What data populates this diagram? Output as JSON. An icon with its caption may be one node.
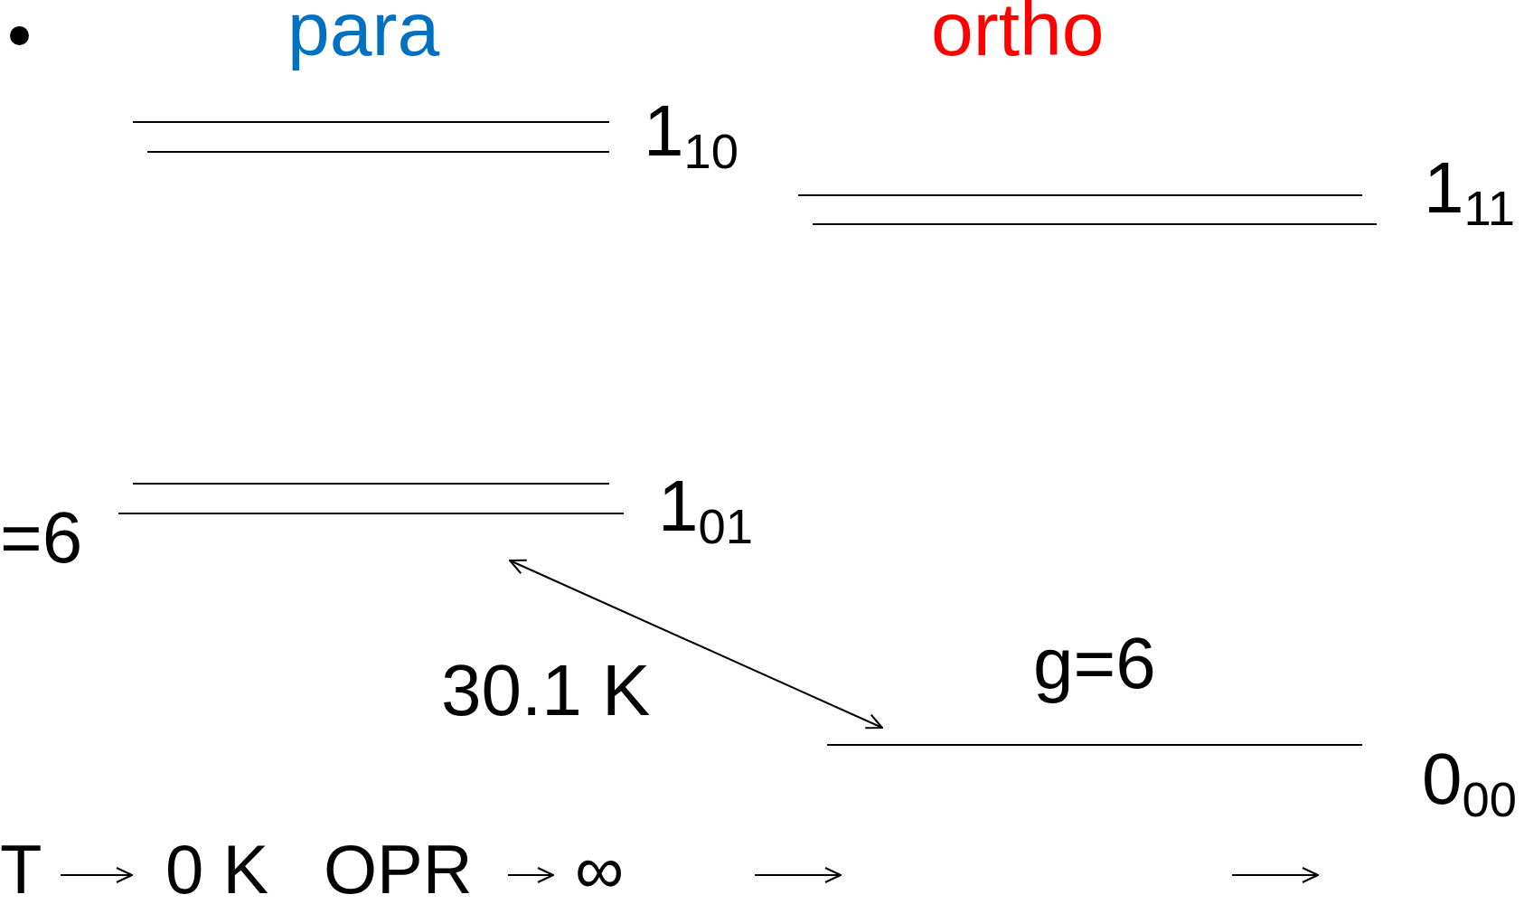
{
  "diagram": {
    "nodes": [
      {
        "text": [
          "1$_{10}$"
        ]
      },
      {
        "text": [
          "1$_{11}$"
        ]
      },
      {
        "text": [
          "1$_{01}$"
        ]
      },
      {
        "text": [
          "0$_{00}$"
        ],
        "beside": [
          "g=6"
        ]
      }
    ],
    "edges": [
      {
        "from": 2,
        "to": 3,
        "arrow": "both"
      }
    ],
    "labels": [
      "para",
      "ortho",
      "=6",
      "30.1 K",
      "T",
      "0 K",
      "OPR",
      "∞"
    ]
  }
}
